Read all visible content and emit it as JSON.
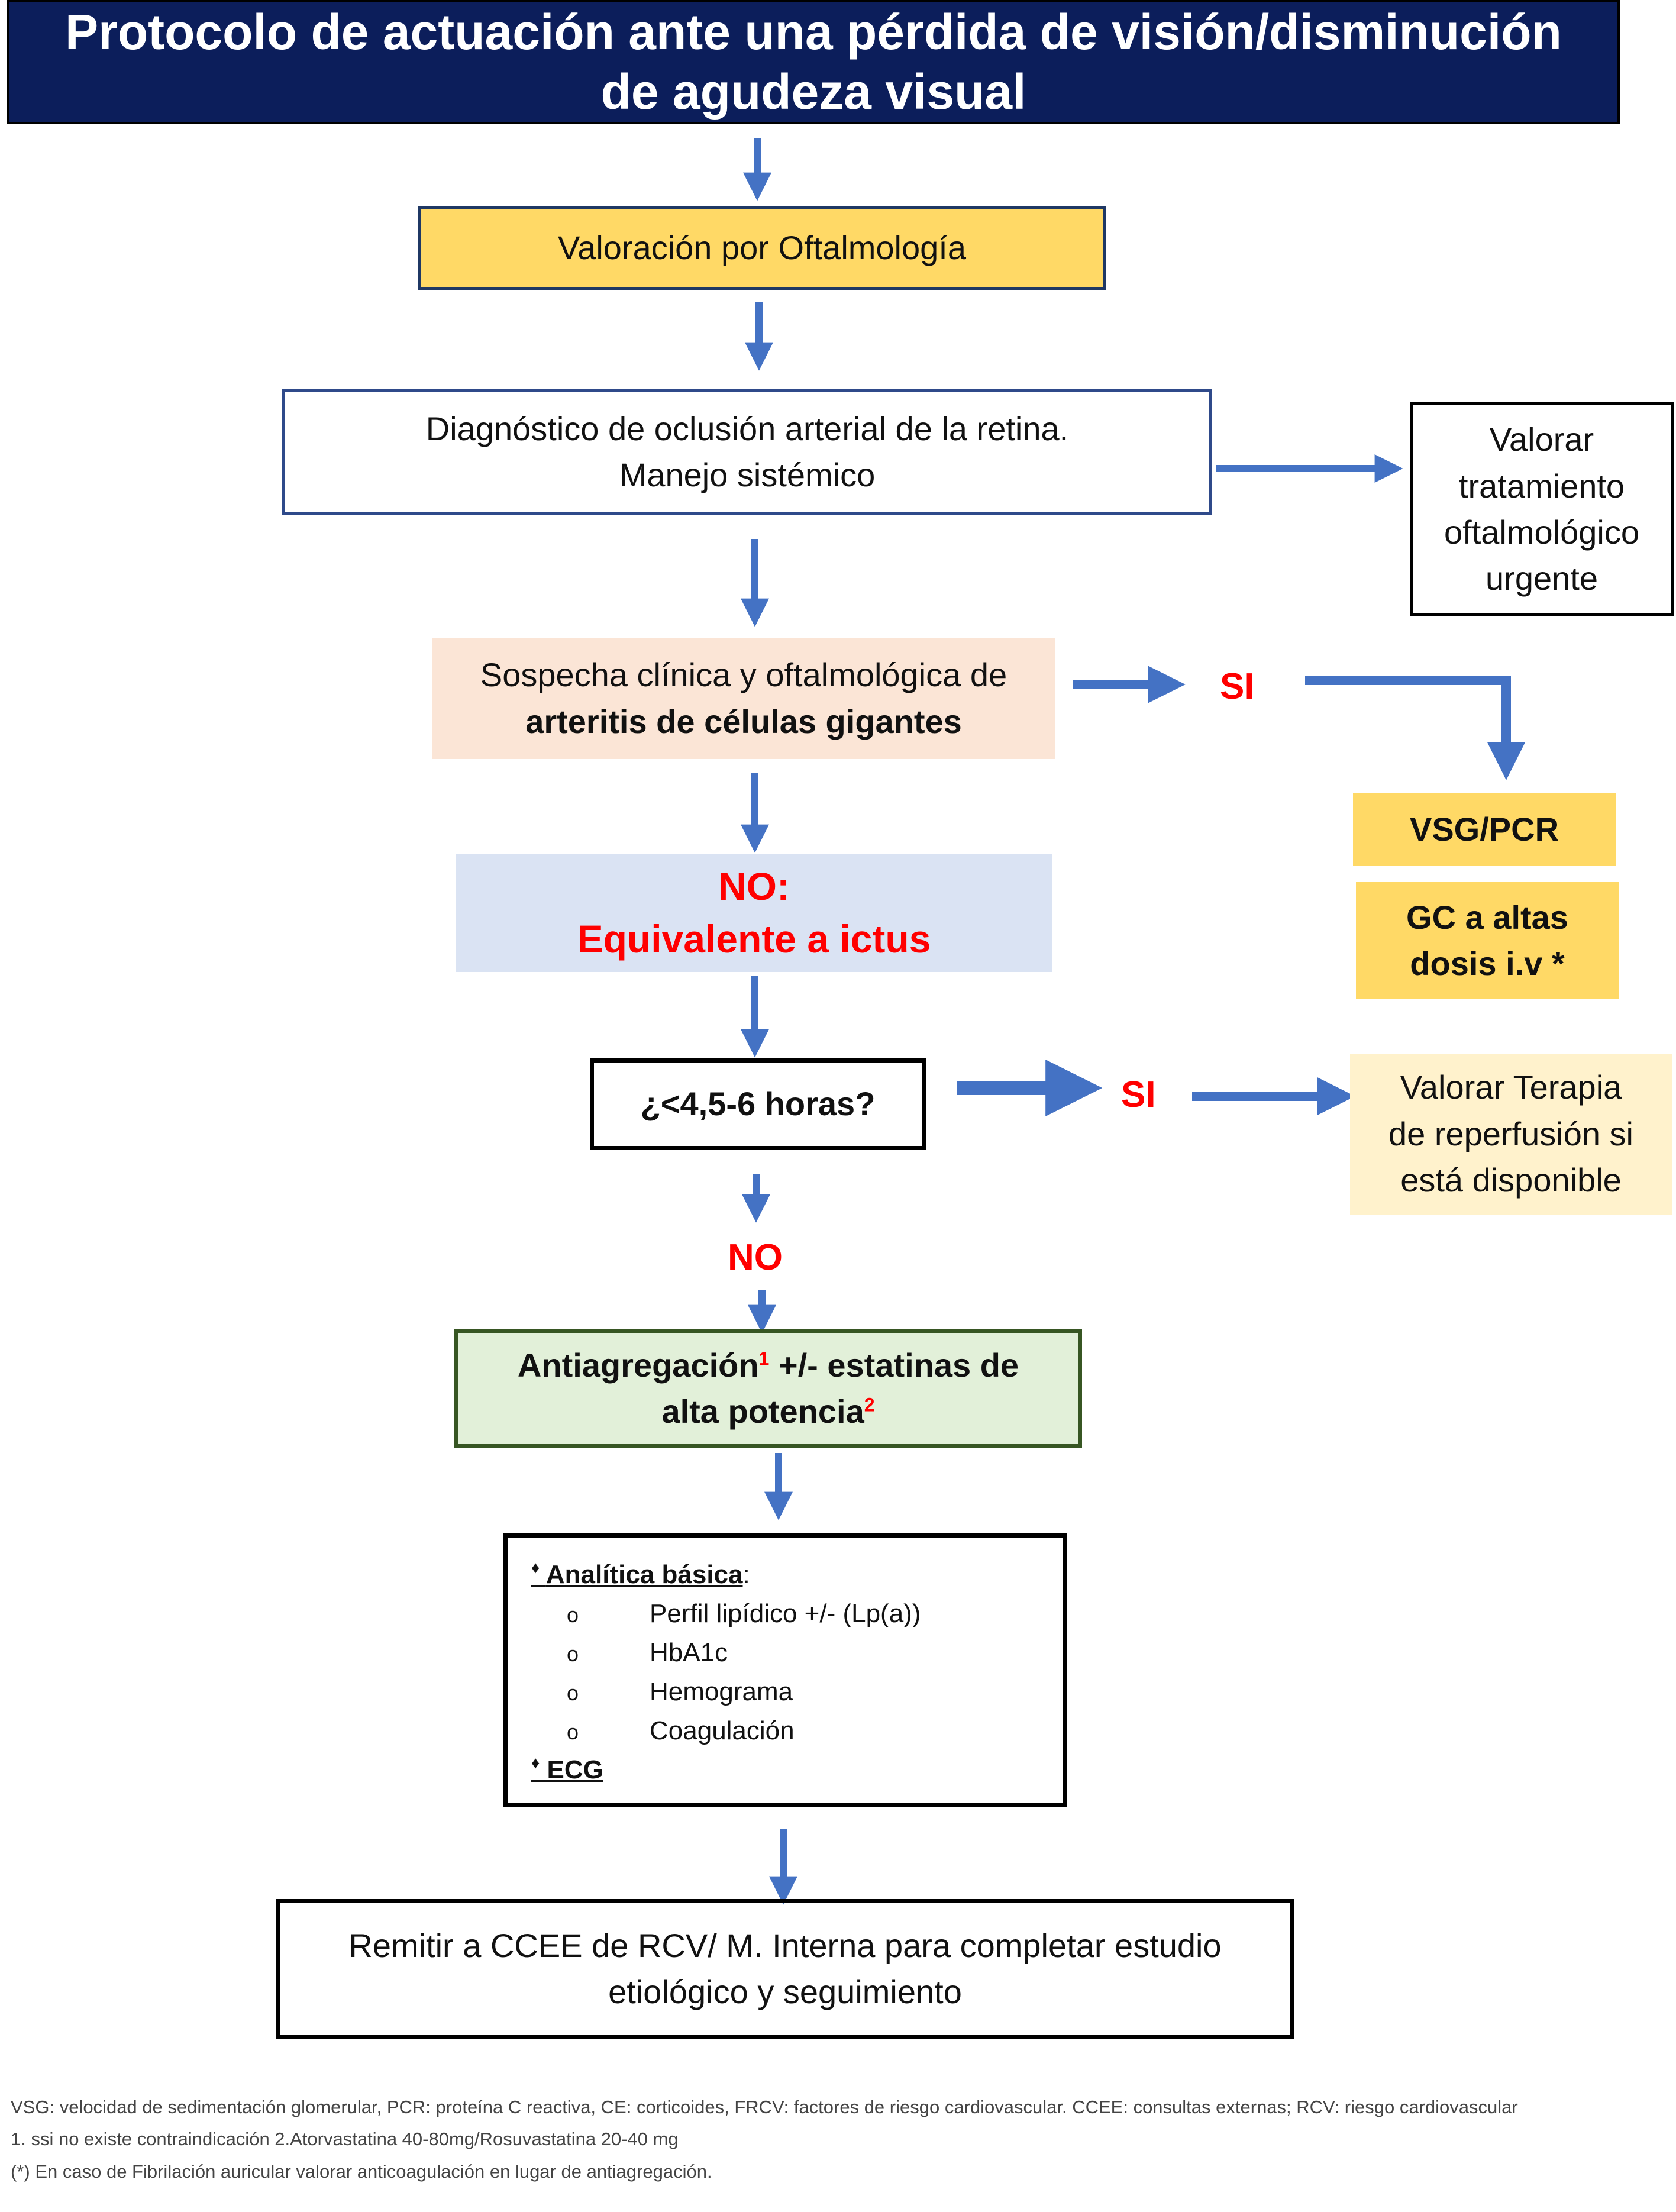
{
  "title": {
    "line1": "Protocolo de actuación ante una pérdida de visión/disminución",
    "line2": "de agudeza visual"
  },
  "nodes": {
    "oftalmologia": "Valoración por Oftalmología",
    "diagnostico": {
      "line1": "Diagnóstico de oclusión arterial de la retina.",
      "line2": "Manejo sistémico"
    },
    "valorar_tratamiento": [
      "Valorar",
      "tratamiento",
      "oftalmológico",
      "urgente"
    ],
    "sospecha": {
      "line1": "Sospecha clínica y oftalmológica de",
      "line2": "arteritis de células gigantes"
    },
    "si_1": "SI",
    "vsg_pcr": "VSG/PCR",
    "gc": {
      "line1": "GC a altas",
      "line2": "dosis i.v *"
    },
    "no_ictus": {
      "line1": "NO:",
      "line2": "Equivalente a ictus"
    },
    "horas": "¿<4,5-6 horas?",
    "si_2": "SI",
    "terapia": [
      "Valorar Terapia",
      "de reperfusión si",
      "está disponible"
    ],
    "no_2": "NO",
    "antiagregacion": {
      "part1": "Antiagregación",
      "sup1": "1",
      "part2": " +/- estatinas de",
      "part3": "alta potencia",
      "sup2": "2"
    },
    "analitica": {
      "heading": "Analítica básica",
      "colon": ":",
      "bullet": "♦",
      "sub_bullet": "o",
      "items": [
        "Perfil lipídico +/- (Lp(a))",
        "HbA1c",
        "Hemograma",
        "Coagulación"
      ],
      "ecg": "ECG"
    },
    "remitir": {
      "line1": "Remitir a CCEE de RCV/ M. Interna para completar estudio",
      "line2": "etiológico y seguimiento"
    }
  },
  "footnotes": [
    "VSG: velocidad de sedimentación glomerular, PCR: proteína C reactiva, CE: corticoides, FRCV: factores de riesgo cardiovascular. CCEE: consultas externas; RCV: riesgo cardiovascular",
    "1. ssi no existe contraindicación  2.Atorvastatina 40-80mg/Rosuvastatina 20-40 mg",
    "(*) En caso de Fibrilación auricular valorar anticoagulación en lugar de antiagregación."
  ],
  "colors": {
    "title_bg": "#0c1e5b",
    "arrow": "#4472c4",
    "yellow": "#ffd966",
    "peach": "#fbe5d6",
    "blue_light": "#dae3f3",
    "cream": "#fff2cc",
    "green_light": "#e2f0d9",
    "red": "#ff0000"
  }
}
